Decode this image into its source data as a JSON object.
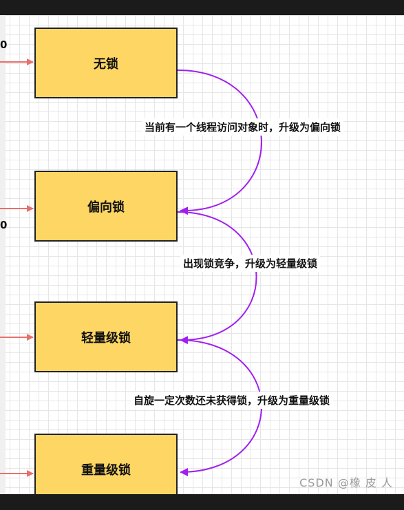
{
  "states": [
    {
      "id": "no-lock",
      "label": "无锁"
    },
    {
      "id": "biased-lock",
      "label": "偏向锁"
    },
    {
      "id": "lightweight-lock",
      "label": "轻量级锁"
    },
    {
      "id": "heavyweight-lock",
      "label": "重量级锁"
    }
  ],
  "transitions": [
    {
      "label": "当前有一个线程访问对象时，升级为偏向锁"
    },
    {
      "label": "出现锁竞争，升级为轻量级锁"
    },
    {
      "label": "自旋一定次数还未获得锁，升级为重量级锁"
    }
  ],
  "left_edge_text": [
    "0",
    "0"
  ],
  "watermark": "CSDN @橡 皮 人",
  "colors": {
    "box_fill": "#fdd663",
    "incoming_arrow": "#e8706a",
    "transition_arrow": "#a020f0"
  }
}
